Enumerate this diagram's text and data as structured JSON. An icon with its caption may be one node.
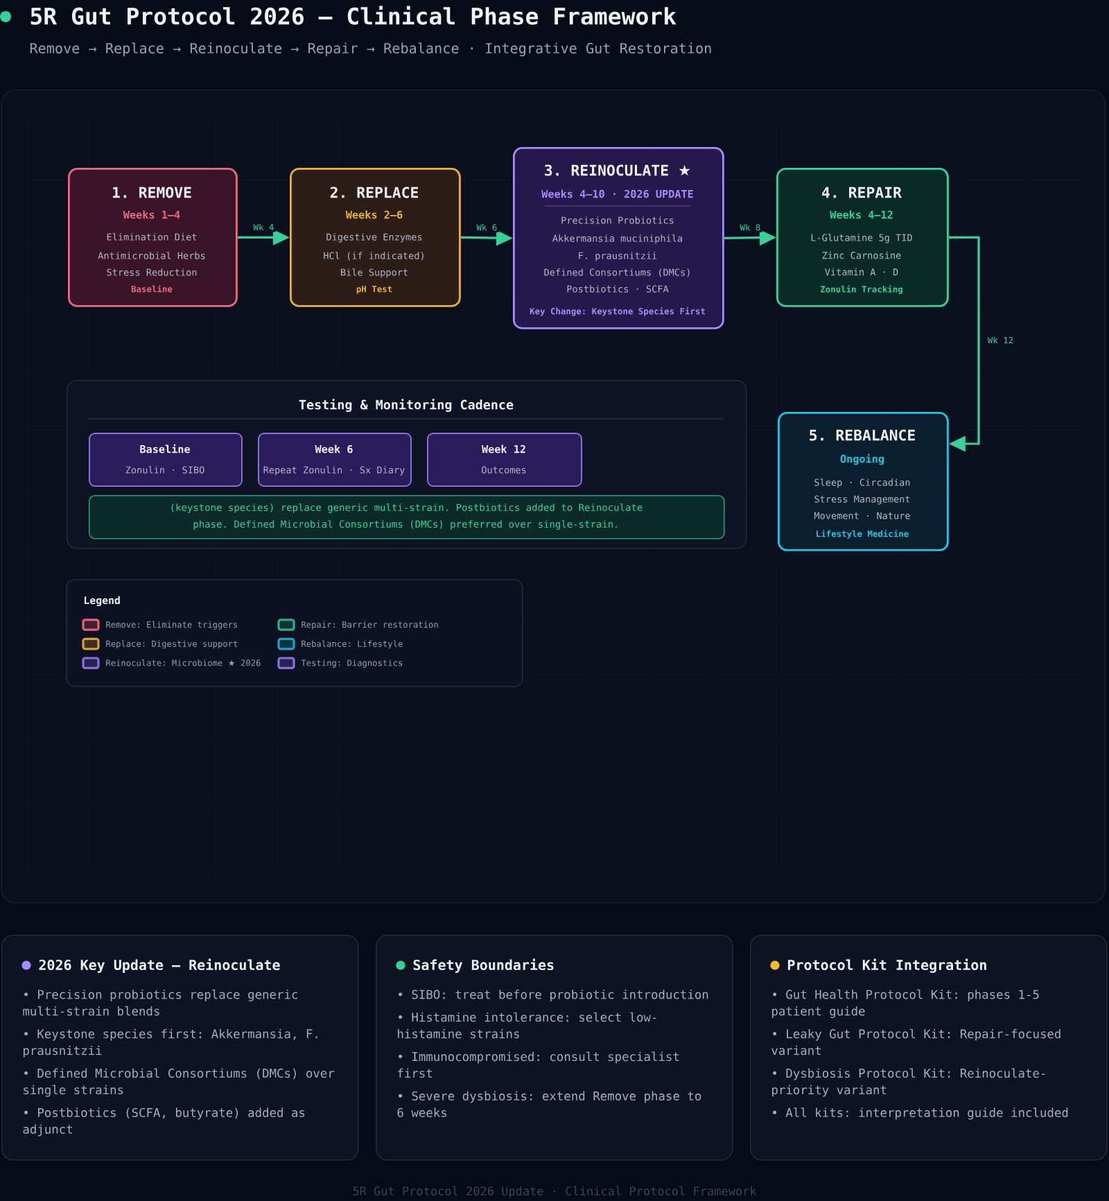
{
  "diagram": {
    "title": "5R Gut Protocol 2026 — Clinical Phase Framework",
    "nodes": [
      {
        "text": [
          "1. REMOVE",
          "Weeks 1–4",
          "Elimination Diet",
          "Antimicrobial Herbs",
          "Stress Reduction",
          "Baseline"
        ]
      },
      {
        "text": [
          "2. REPLACE",
          "Weeks 2–6",
          "Digestive Enzymes",
          "HCl (if indicated)",
          "Bile Support",
          "pH Test"
        ]
      },
      {
        "text": [
          "3. REINOCULATE ★",
          "Weeks 4–10 · 2026 UPDATE",
          "Precision Probiotics",
          "Akkermansia muciniphila",
          "F. prausnitzii",
          "Defined Consortiums (DMCs)",
          "Postbiotics · SCFA",
          "Key Change: Keystone Species First"
        ]
      },
      {
        "text": [
          "4. REPAIR",
          "Weeks 4–12",
          "L-Glutamine 5g TID",
          "Zinc Carnosine",
          "Vitamin A · D",
          "Zonulin Tracking"
        ]
      },
      {
        "text": [
          "5. REBALANCE",
          "Ongoing",
          "Sleep · Circadian",
          "Stress Management",
          "Movement · Nature",
          "Lifestyle Medicine"
        ]
      },
      {
        "text": [
          "Testing & Monitoring Cadence"
        ]
      },
      {
        "text": [
          "Baseline",
          "Zonulin · SIBO"
        ],
        "in": 5
      },
      {
        "text": [
          "Week 6",
          "Repeat Zonulin · Sx Diary"
        ],
        "in": 5
      },
      {
        "text": [
          "Week 12",
          "Outcomes"
        ],
        "in": 5
      },
      {
        "text": [
          "(keystone species) replace generic multi-strain. Postbiotics added to Reinoculate phase. Defined Microbial Consortiums (DMCs) preferred over single-strain."
        ],
        "in": 5
      },
      {
        "text": [
          "2026 Key Update — Reinoculate",
          "• Precision probiotics replace generic multi-strain blends",
          "• Keystone species first: Akkermansia, F. prausnitzii",
          "• Defined Microbial Consortiums (DMCs) over single strains",
          "• Postbiotics (SCFA, butyrate) added as adjunct"
        ]
      },
      {
        "text": [
          "Safety Boundaries",
          "• SIBO: treat before probiotic introduction",
          "• Histamine intolerance: select low-histamine strains",
          "• Immunocompromised: consult specialist first",
          "• Severe dysbiosis: extend Remove phase to 6 weeks"
        ]
      },
      {
        "text": [
          "Protocol Kit Integration",
          "• Gut Health Protocol Kit: phases 1-5 patient guide",
          "• Leaky Gut Protocol Kit: Repair-focused variant",
          "• Dysbiosis Protocol Kit: Reinoculate-priority variant",
          "• All kits: interpretation guide included"
        ]
      }
    ],
    "edges": [
      {
        "from": 0,
        "to": 1,
        "arrow": "to",
        "label": "Wk 4"
      },
      {
        "from": 1,
        "to": 2,
        "arrow": "to",
        "label": "Wk 6"
      },
      {
        "from": 2,
        "to": 3,
        "arrow": "to",
        "label": "Wk 8"
      },
      {
        "from": 3,
        "to": 4,
        "arrow": "to",
        "label": "Wk 12"
      }
    ],
    "labels": [
      "Remove → Replace → Reinoculate → Repair → Rebalance · Integrative Gut Restoration",
      "Legend",
      "5R Gut Protocol 2026 Update · Clinical Protocol Framework"
    ],
    "legend": [
      {
        "text": "Remove: Eliminate triggers",
        "color": "#e8607a"
      },
      {
        "text": "Replace: Digestive support",
        "color": "#e0a030"
      },
      {
        "text": "Reinoculate: Microbiome ★ 2026",
        "color": "#8b6fe0"
      },
      {
        "text": "Repair: Barrier restoration",
        "color": "#2fae86"
      },
      {
        "text": "Rebalance: Lifestyle",
        "color": "#1ca5c0"
      },
      {
        "text": "Testing: Diagnostics",
        "color": "#8b6fe0"
      }
    ]
  }
}
